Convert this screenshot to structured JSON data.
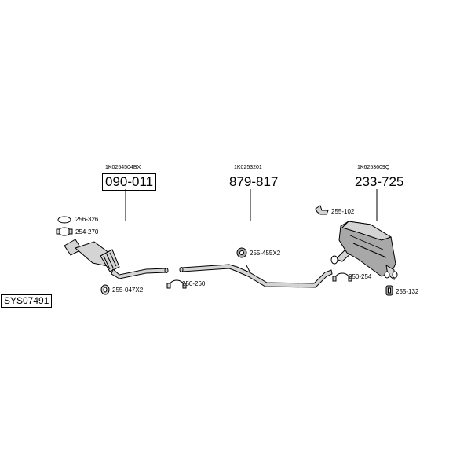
{
  "system_code": "SYS07491",
  "assemblies": [
    {
      "oem": "1K0254504BX",
      "part": "090-011",
      "highlighted": true
    },
    {
      "oem": "1K0253201",
      "part": "879-817",
      "highlighted": false
    },
    {
      "oem": "1K6253609Q",
      "part": "233-725",
      "highlighted": false
    }
  ],
  "fittings": [
    {
      "code": "256-326",
      "icon": "gasket-ring-icon"
    },
    {
      "code": "254-270",
      "icon": "clamp-icon"
    },
    {
      "code": "255-047X2",
      "icon": "rubber-hanger-icon"
    },
    {
      "code": "250-260",
      "icon": "clamp-icon"
    },
    {
      "code": "255-455X2",
      "icon": "rubber-mount-icon"
    },
    {
      "code": "255-102",
      "icon": "bracket-icon"
    },
    {
      "code": "250-254",
      "icon": "clamp-icon"
    },
    {
      "code": "255-132",
      "icon": "rubber-hanger-icon"
    }
  ],
  "colors": {
    "line": "#000000",
    "part_fill": "#d4d4d4",
    "part_shade": "#a8a8a8",
    "background": "#ffffff"
  }
}
